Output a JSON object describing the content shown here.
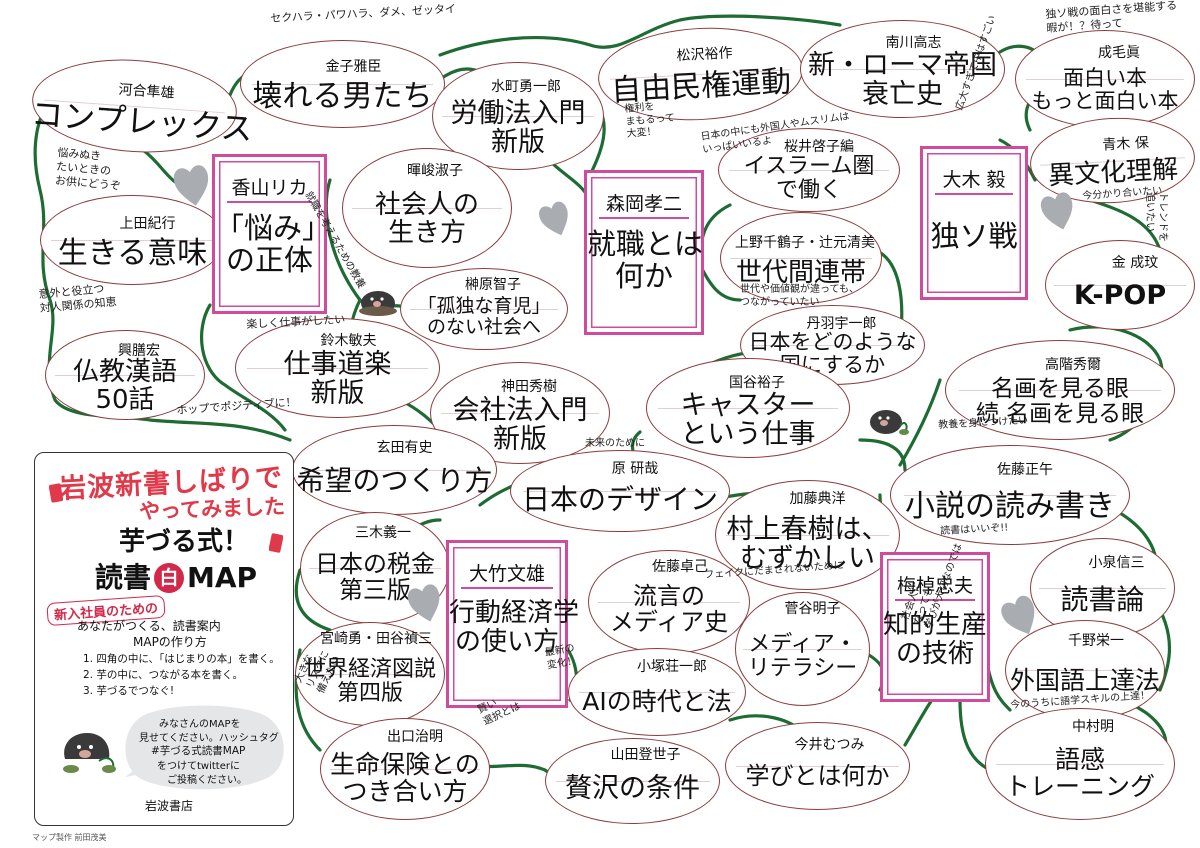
{
  "colors": {
    "vine": "#1e6b33",
    "leaf_border": "#8a3d3d",
    "hub_border": "#d14b9d",
    "heart": "#a9adb2",
    "banner_red": "#e03a4a",
    "stamp_red": "#d4284a"
  },
  "books": [
    {
      "id": "b01",
      "author": "河合隼雄",
      "title": "コンプレックス"
    },
    {
      "id": "b02",
      "author": "金子雅臣",
      "title": "壊れる男たち"
    },
    {
      "id": "b03",
      "author": "水町勇一郎",
      "title": "労働法入門\n新版"
    },
    {
      "id": "b04",
      "author": "松沢裕作",
      "title": "自由民権運動"
    },
    {
      "id": "b05",
      "author": "南川高志",
      "title": "新・ローマ帝国\n衰亡史"
    },
    {
      "id": "b06",
      "author": "成毛眞",
      "title": "面白い本\nもっと面白い本"
    },
    {
      "id": "b07",
      "author": "上田紀行",
      "title": "生きる意味"
    },
    {
      "id": "b08",
      "author": "暉峻淑子",
      "title": "社会人の\n生き方"
    },
    {
      "id": "b09",
      "author": "桜井啓子編",
      "title": "イスラーム圏\nで働く"
    },
    {
      "id": "b10",
      "author": "青木 保",
      "title": "異文化理解"
    },
    {
      "id": "b11",
      "author": "榊原智子",
      "title": "「孤独な育児」\nのない社会へ"
    },
    {
      "id": "b12",
      "author": "上野千鶴子・辻元清美",
      "title": "世代間連帯"
    },
    {
      "id": "b13",
      "author": "金 成玟",
      "title": "K-POP"
    },
    {
      "id": "b14",
      "author": "興膳宏",
      "title": "仏教漢語\n50話"
    },
    {
      "id": "b15",
      "author": "鈴木敏夫",
      "title": "仕事道楽\n新版"
    },
    {
      "id": "b16",
      "author": "丹羽宇一郎",
      "title": "日本をどのような\n国にするか"
    },
    {
      "id": "b17",
      "author": "神田秀樹",
      "title": "会社法入門\n新版"
    },
    {
      "id": "b18",
      "author": "国谷裕子",
      "title": "キャスター\nという仕事"
    },
    {
      "id": "b19",
      "author": "高階秀爾",
      "title": "名画を見る眼\n続 名画を見る眼"
    },
    {
      "id": "b20",
      "author": "玄田有史",
      "title": "希望のつくり方"
    },
    {
      "id": "b21",
      "author": "原 研哉",
      "title": "日本のデザイン"
    },
    {
      "id": "b22",
      "author": "佐藤正午",
      "title": "小説の読み書き"
    },
    {
      "id": "b23",
      "author": "加藤典洋",
      "title": "村上春樹は、\nむずかしい"
    },
    {
      "id": "b24",
      "author": "三木義一",
      "title": "日本の税金\n第三版"
    },
    {
      "id": "b25",
      "author": "佐藤卓己",
      "title": "流言の\nメディア史"
    },
    {
      "id": "b26",
      "author": "菅谷明子",
      "title": "メディア・\nリテラシー"
    },
    {
      "id": "b27",
      "author": "小泉信三",
      "title": "読書論"
    },
    {
      "id": "b28",
      "author": "宮崎勇・田谷禎三",
      "title": "世界経済図説\n第四版"
    },
    {
      "id": "b29",
      "author": "小塚荘一郎",
      "title": "AIの時代と法"
    },
    {
      "id": "b30",
      "author": "千野栄一",
      "title": "外国語上達法"
    },
    {
      "id": "b31",
      "author": "出口治明",
      "title": "生命保険との\nつき合い方"
    },
    {
      "id": "b32",
      "author": "山田登世子",
      "title": "贅沢の条件"
    },
    {
      "id": "b33",
      "author": "今井むつみ",
      "title": "学びとは何か"
    },
    {
      "id": "b34",
      "author": "中村明",
      "title": "語感\nトレーニング"
    }
  ],
  "hubs": [
    {
      "id": "h1",
      "author": "香山リカ",
      "title": "「悩み」\nの正体"
    },
    {
      "id": "h2",
      "author": "森岡孝二",
      "title": "就職とは\n何か"
    },
    {
      "id": "h3",
      "author": "大木 毅",
      "title": "独ソ戦"
    },
    {
      "id": "h4",
      "author": "大竹文雄",
      "title": "行動経済学\nの使い方"
    },
    {
      "id": "h5",
      "author": "梅棹忠夫",
      "title": "知的生産\nの技術"
    }
  ],
  "notes": [
    {
      "id": "n01",
      "text": "セクハラ・パワハラ、ダメ、ゼッタイ"
    },
    {
      "id": "n02",
      "text": "悩みぬき\nたいときの\nお供にどうぞ"
    },
    {
      "id": "n03",
      "text": "権利を\nまもるって\n大変！"
    },
    {
      "id": "n04",
      "text": "日本の中にも外国人やムスリムは\nいっぱいいるよ"
    },
    {
      "id": "n05",
      "text": "広大すぎて中はすごい"
    },
    {
      "id": "n06",
      "text": "独ソ戦の面白さを堪能する\n暇が！？待って"
    },
    {
      "id": "n07",
      "text": "今分かり合いたい"
    },
    {
      "id": "n08",
      "text": "トレンドを\n追いたい"
    },
    {
      "id": "n09",
      "text": "就職を考えるための教養"
    },
    {
      "id": "n10",
      "text": "意外と役立つ\n対人関係の知恵"
    },
    {
      "id": "n11",
      "text": "楽しく仕事がしたい"
    },
    {
      "id": "n12",
      "text": "世代や価値観が違っても、\nつながっていたい"
    },
    {
      "id": "n13",
      "text": "ホップでポジティブに！"
    },
    {
      "id": "n14",
      "text": "未来のために"
    },
    {
      "id": "n15",
      "text": "教養を身につけたい"
    },
    {
      "id": "n16",
      "text": "読書はいいぞ!!"
    },
    {
      "id": "n17",
      "text": "フェイクにだまされないために"
    },
    {
      "id": "n18",
      "text": "最新の\n変化！"
    },
    {
      "id": "n19",
      "text": "賢い\n選択とは"
    },
    {
      "id": "n20",
      "text": "大きな\nリスクに\n備えたい"
    },
    {
      "id": "n21",
      "text": "今のうちに語学スキルの上達！"
    },
    {
      "id": "n22",
      "text": "社会人に\nなっても\n学びが大切なのでは"
    }
  ],
  "legend": {
    "banner_line1": "岩波新書しばりで",
    "banner_line2": "やってみました",
    "title_line1": "芋づる式！",
    "title_prefix": "読書",
    "stamp_char": "白",
    "title_suffix": "MAP",
    "tag": "新入社員のための",
    "intro_line1": "あなたがつくる、読書案内",
    "intro_line2": "MAPの作り方",
    "steps": [
      "1. 四角の中に、「はじまりの本」を書く。",
      "2. 芋の中に、つながる本を書く。",
      "3. 芋づるでつなぐ!"
    ],
    "share": [
      "みなさんのMAPを",
      "見せてください。ハッシュタグ",
      "#芋づる式読書MAP",
      "をつけてtwitterに",
      "ご投稿ください。"
    ],
    "publisher": "岩波書店"
  },
  "credit": "マップ製作 前田茂美"
}
